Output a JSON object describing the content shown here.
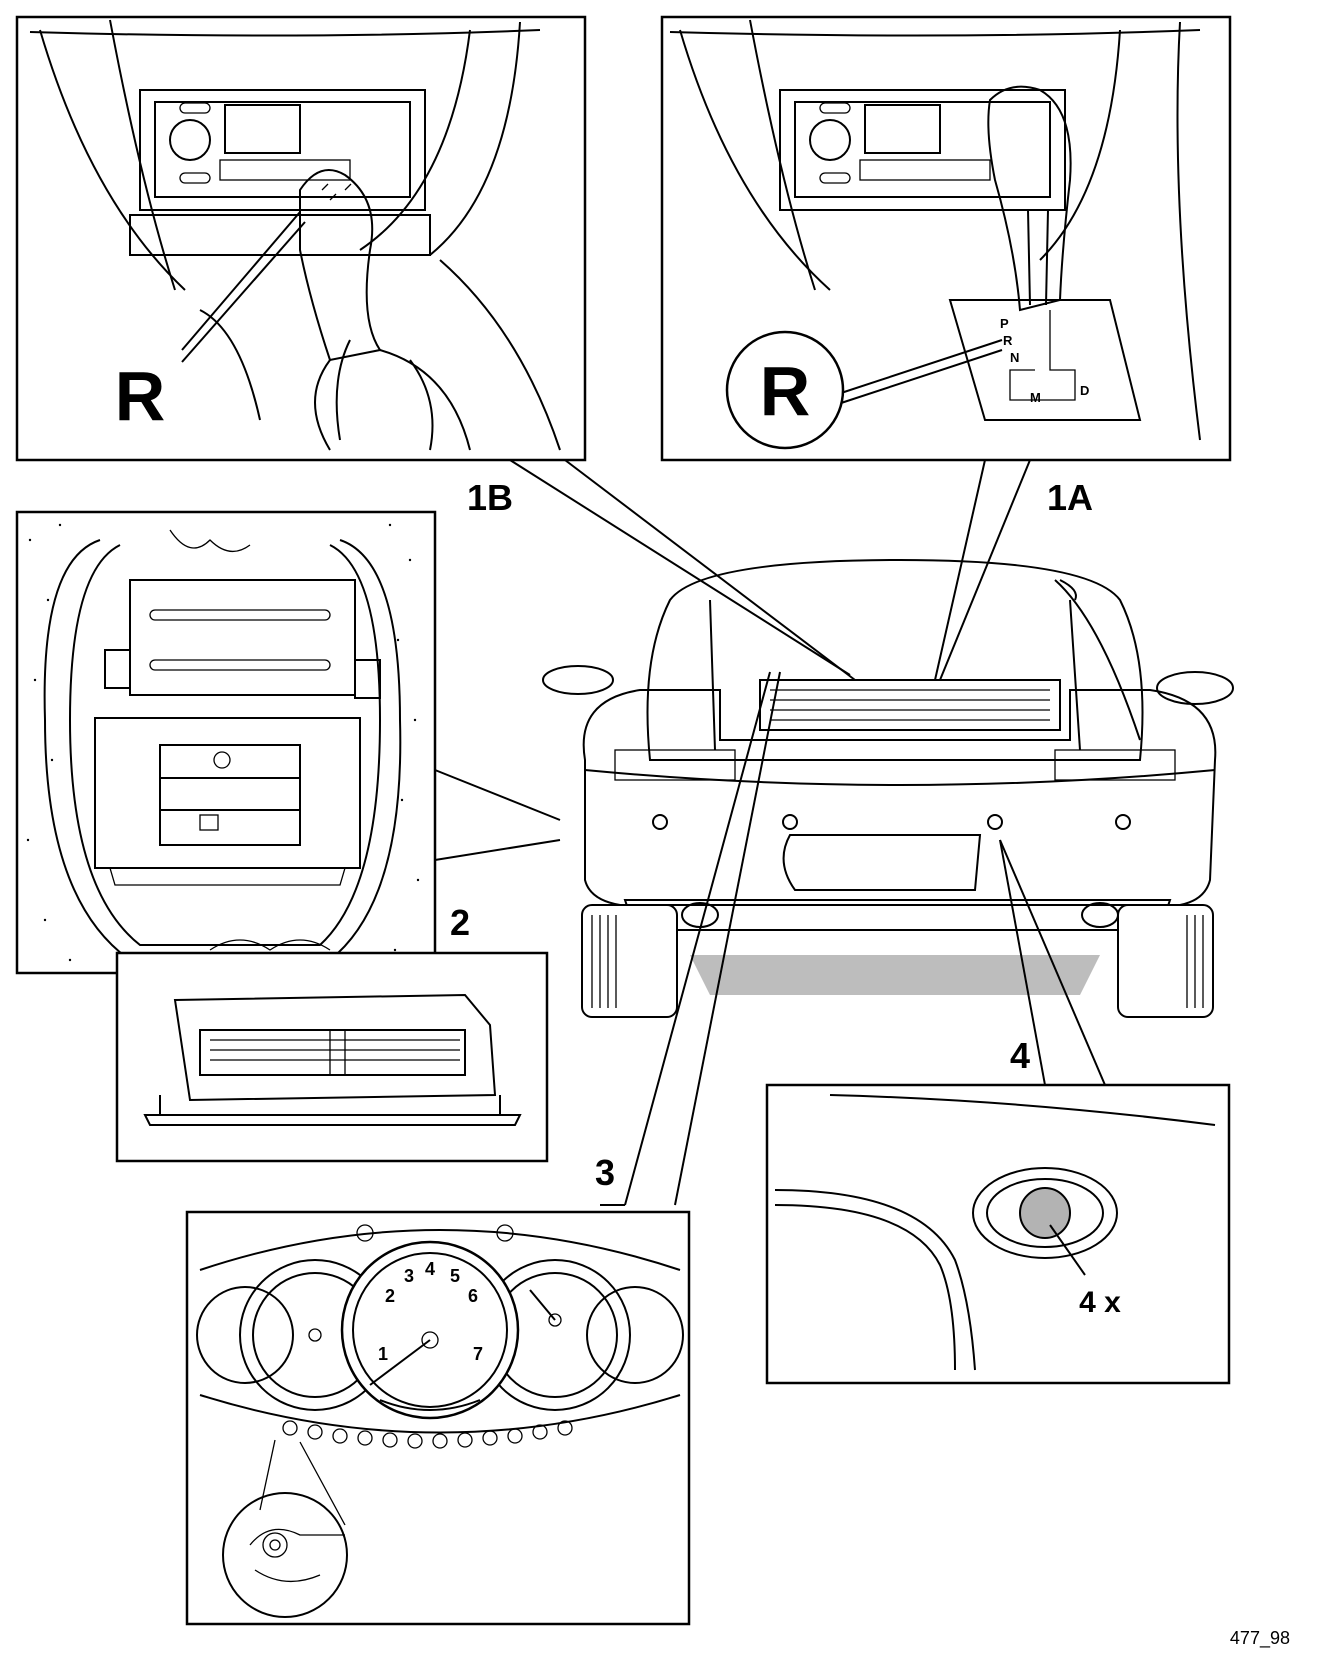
{
  "labels": {
    "callout_1a": "1A",
    "callout_1b": "1B",
    "callout_2": "2",
    "callout_3": "3",
    "callout_4": "4",
    "reverse_manual": "R",
    "reverse_tiptronic": "R",
    "quantity": "4 x",
    "figure_number": "477_98"
  },
  "gear_positions": [
    "P",
    "R",
    "N",
    "D",
    "M"
  ],
  "tachometer_scale": [
    "1",
    "2",
    "3",
    "4",
    "5",
    "6",
    "7"
  ]
}
